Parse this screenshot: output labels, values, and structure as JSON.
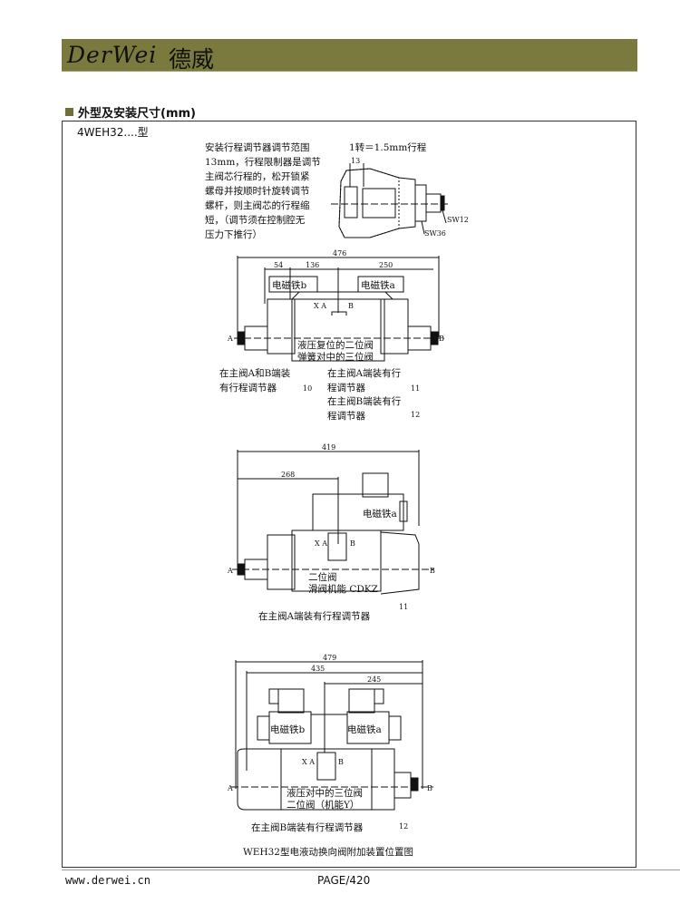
{
  "header": {
    "logo_latin": "DerWei",
    "logo_cn": "德威"
  },
  "section": {
    "title": "外型及安装尺寸(mm)"
  },
  "model": "4WEH32....型",
  "detail": {
    "note_lines": [
      "安装行程调节器调节范围",
      "13mm，行程限制器是调节",
      "主阀芯行程的，松开锁紧",
      "螺母并按顺时针旋转调节",
      "螺杆，则主阀芯的行程缩",
      "短，（调节须在控制腔无",
      "压力下推行）"
    ],
    "turn_note": "1转＝1.5mm行程",
    "dim_13": "13",
    "sw12": "SW12",
    "sw36": "SW36"
  },
  "drawing1": {
    "dim_total": "476",
    "dim_54": "54",
    "dim_136": "136",
    "dim_250": "250",
    "solenoid_b": "电磁铁b",
    "solenoid_a": "电磁铁a",
    "ports": "X A",
    "port_b": "B",
    "port_A": "A",
    "port_B": "B",
    "inner_1": "液压复位的二位阀",
    "inner_2": "弹簧对中的三位阀",
    "cap_left_1": "在主阀A和B端装",
    "cap_left_2": "有行程调节器",
    "cap_left_num": "10",
    "cap_r1_1": "在主阀A端装有行",
    "cap_r1_2": "程调节器",
    "cap_r1_num": "11",
    "cap_r2_1": "在主阀B端装有行",
    "cap_r2_2": "程调节器",
    "cap_r2_num": "12"
  },
  "drawing2": {
    "dim_total": "419",
    "dim_268": "268",
    "solenoid_a": "电磁铁a",
    "ports": "X A",
    "port_b": "B",
    "port_A": "A",
    "port_B": "B",
    "inner_1": "二位阀",
    "inner_2": "滑阀机能 CDKZ",
    "caption": "在主阀A端装有行程调节器",
    "num": "11"
  },
  "drawing3": {
    "dim_total": "479",
    "dim_435": "435",
    "dim_245": "245",
    "solenoid_b": "电磁铁b",
    "solenoid_a": "电磁铁a",
    "ports": "X A",
    "port_b": "B",
    "port_A": "A",
    "port_B": "B",
    "inner_1": "液压对中的三位阀",
    "inner_2": "二位阀（机能Y）",
    "caption": "在主阀B端装有行程调节器",
    "num": "12"
  },
  "figure_caption": "WEH32型电液动换向阀附加装置位置图",
  "footer": {
    "url": "www.derwei.cn",
    "page": "PAGE/420"
  }
}
